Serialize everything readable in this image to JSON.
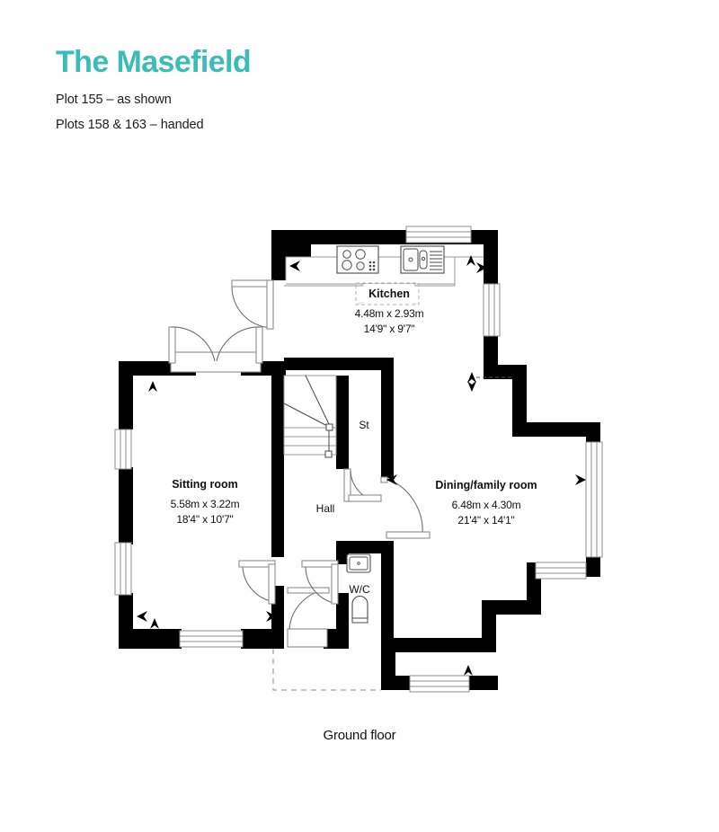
{
  "header": {
    "title": "The Masefield",
    "subtitle_1": "Plot 155 – as shown",
    "subtitle_2": "Plots 158 & 163 – handed",
    "accent_color": "#3cbcb8"
  },
  "caption": {
    "floor_label": "Ground floor"
  },
  "rooms": [
    {
      "id": "kitchen",
      "name": "Kitchen",
      "dim_metric": "4.48m x 2.93m",
      "dim_imperial": "14'9\" x 9'7\""
    },
    {
      "id": "sitting_room",
      "name": "Sitting room",
      "dim_metric": "5.58m x 3.22m",
      "dim_imperial": "18'4\" x 10'7\""
    },
    {
      "id": "dining_family_room",
      "name": "Dining/family room",
      "dim_metric": "6.48m x 4.30m",
      "dim_imperial": "21'4\" x 14'1\""
    },
    {
      "id": "hall",
      "name": "Hall",
      "dim_metric": "",
      "dim_imperial": ""
    },
    {
      "id": "store",
      "name": "St",
      "dim_metric": "",
      "dim_imperial": ""
    },
    {
      "id": "wc",
      "name": "W/C",
      "dim_metric": "",
      "dim_imperial": ""
    }
  ],
  "fixtures": [
    {
      "id": "hob",
      "label": "hob-icon"
    },
    {
      "id": "sink",
      "label": "kitchen-sink-icon"
    },
    {
      "id": "washbasin",
      "label": "washbasin-icon"
    },
    {
      "id": "toilet",
      "label": "toilet-icon"
    },
    {
      "id": "staircase",
      "label": "staircase-icon"
    }
  ],
  "colors": {
    "wall": "#000000",
    "line": "#000000",
    "thin_line": "#9a9a9a",
    "background": "#ffffff"
  }
}
